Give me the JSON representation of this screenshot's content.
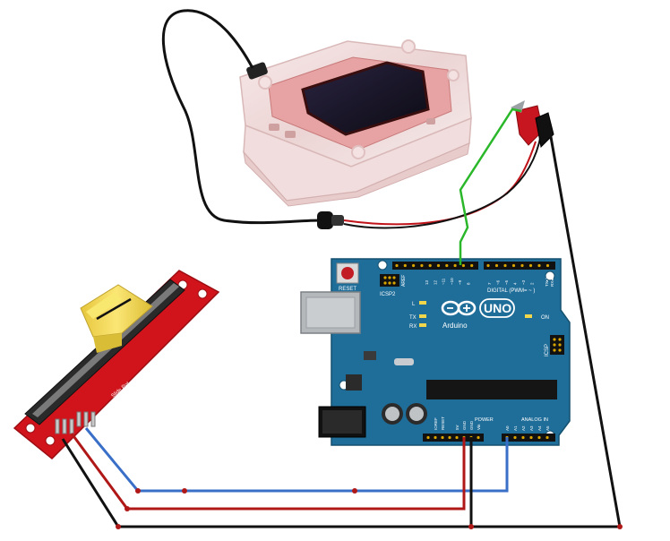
{
  "arduino": {
    "brand": "Arduino",
    "model": "UNO",
    "reset_label": "RESET",
    "icsp2_label": "ICSP2",
    "icsp_label": "ICSP",
    "led_l": "L",
    "led_tx": "TX",
    "led_rx": "RX",
    "led_on": "ON",
    "aref_label": "AREF",
    "digital_label": "DIGITAL (PWM= ~ )",
    "tx_pin_label": "TX▸1",
    "rx_pin_label": "RX◂0",
    "ioref_label": "IOREF",
    "reset_pin_label": "RESET",
    "power_label": "POWER",
    "analog_label": "ANALOG IN",
    "v5_label": "5V",
    "gnd_label": "GND",
    "vin_label": "Vin",
    "digital_pins": [
      "13",
      "12",
      "~11",
      "~10",
      "~9",
      "8",
      "7",
      "~6",
      "~5",
      "4",
      "~3",
      "2"
    ],
    "analog_pins": [
      "A0",
      "A1",
      "A2",
      "A3",
      "A4",
      "A5"
    ]
  },
  "slide_pot": {
    "label": "Slide Pot"
  },
  "wire_colors": {
    "signal": "#3a6fc8",
    "power": "#b01818",
    "ground": "#111111",
    "probe": "#2ab72a"
  },
  "board_colors": {
    "arduino": "#1f6d99",
    "slide_pot_pcb": "#d1141b",
    "knob": "#f4dc58"
  }
}
